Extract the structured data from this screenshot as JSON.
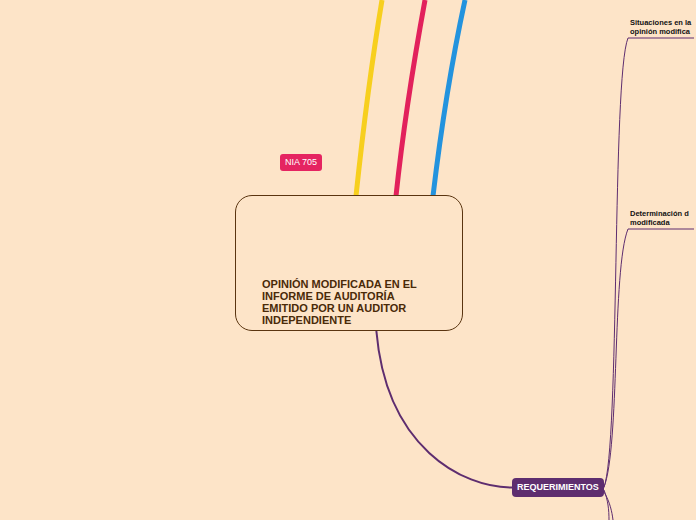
{
  "diagram": {
    "nodes": [
      {
        "text": [
          "OPINIÓN MODIFICADA EN EL INFORME DE AUDITORÍA EMITIDO POR UN AUDITOR INDEPENDIENTE"
        ]
      },
      {
        "text": [
          "NIA 705"
        ]
      },
      {
        "text": [
          "REQUERIMIENTOS"
        ]
      },
      {
        "text": [
          "Situaciones en la opinión modifica"
        ]
      },
      {
        "text": [
          "Determinación d modificada"
        ]
      }
    ],
    "edges": [
      {
        "from": 0,
        "to": 2,
        "arrow": "none"
      },
      {
        "from": 2,
        "to": 3,
        "arrow": "none"
      },
      {
        "from": 2,
        "to": 4,
        "arrow": "none"
      }
    ]
  }
}
